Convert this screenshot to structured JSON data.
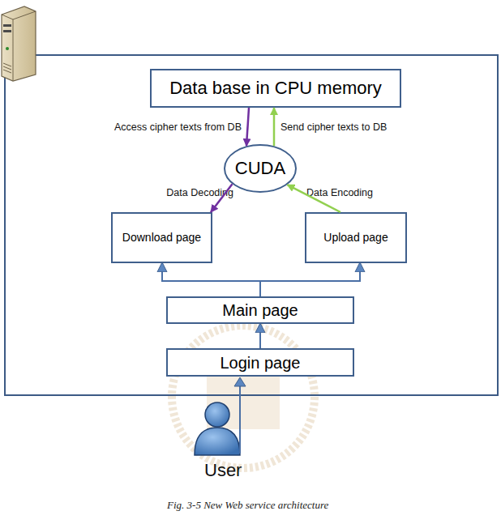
{
  "diagram": {
    "caption": "Fig. 3-5 New Web service architecture",
    "nodes": [
      {
        "text": [
          "Data base in CPU memory"
        ]
      },
      {
        "text": [
          "CUDA"
        ]
      },
      {
        "text": [
          "Download page"
        ]
      },
      {
        "text": [
          "Upload page"
        ]
      },
      {
        "text": [
          "Main page"
        ]
      },
      {
        "text": [
          "Login page"
        ]
      }
    ],
    "edges": [
      {
        "from": 0,
        "to": 1,
        "arrow": "to",
        "label": "Access cipher texts from DB"
      },
      {
        "from": 1,
        "to": 0,
        "arrow": "to",
        "label": "Send cipher texts to DB"
      },
      {
        "from": 1,
        "to": 2,
        "arrow": "to",
        "label": "Data Decoding"
      },
      {
        "from": 3,
        "to": 1,
        "arrow": "to",
        "label": "Data Encoding"
      },
      {
        "from": 4,
        "to": 2,
        "arrow": "to"
      },
      {
        "from": 4,
        "to": 3,
        "arrow": "to"
      },
      {
        "from": 5,
        "to": 4,
        "arrow": "to"
      }
    ],
    "labels": [
      "User"
    ]
  }
}
